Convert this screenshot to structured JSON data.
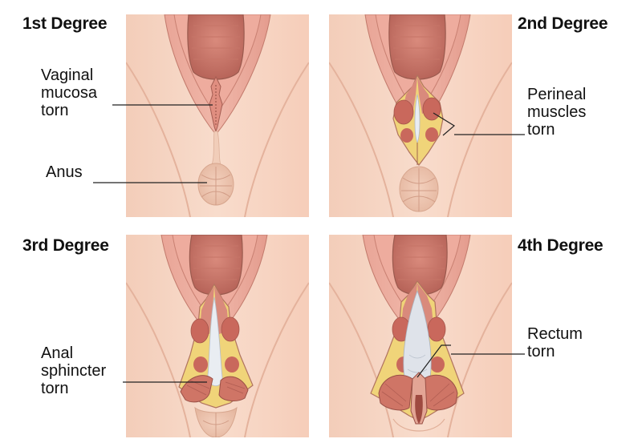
{
  "figure": {
    "description": "Classification of perineal tears by degree",
    "colors": {
      "skin": "#f6d2c0",
      "skin_shadow": "#e8b9a3",
      "mucosa": "#e79a8c",
      "mucosa_dark": "#c46e62",
      "muscle": "#c9685c",
      "fat": "#f0d479",
      "rectal_wall": "#dfe3ea",
      "outline": "#9a5a4e",
      "leader_line": "#222222"
    }
  },
  "panels": [
    {
      "title": "1st Degree",
      "labels": [
        {
          "text_lines": [
            "Vaginal",
            "mucosa",
            "torn"
          ]
        },
        {
          "text_lines": [
            "Anus"
          ]
        }
      ]
    },
    {
      "title": "2nd Degree",
      "labels": [
        {
          "text_lines": [
            "Perineal",
            "muscles",
            "torn"
          ]
        }
      ]
    },
    {
      "title": "3rd Degree",
      "labels": [
        {
          "text_lines": [
            "Anal",
            "sphincter",
            "torn"
          ]
        }
      ]
    },
    {
      "title": "4th Degree",
      "labels": [
        {
          "text_lines": [
            "Rectum",
            "torn"
          ]
        }
      ]
    }
  ]
}
